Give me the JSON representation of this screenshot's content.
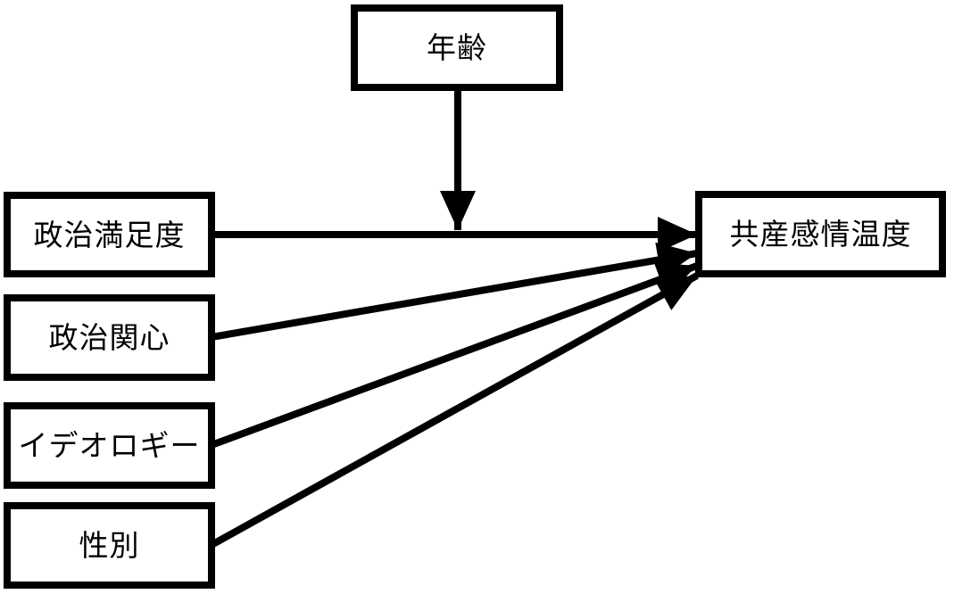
{
  "diagram": {
    "colors": {
      "background": "#ffffff",
      "line": "#000000",
      "box_border": "#000000",
      "box_fill": "#ffffff",
      "text": "#000000"
    },
    "nodes": {
      "age": {
        "label": "年齢"
      },
      "satisfaction": {
        "label": "政治満足度"
      },
      "interest": {
        "label": "政治関心"
      },
      "ideology": {
        "label": "イデオロギー"
      },
      "gender": {
        "label": "性別"
      },
      "outcome": {
        "label": "共産感情温度"
      }
    },
    "edges": [
      {
        "from": "政治満足度",
        "to": "共産感情温度",
        "type": "direct-arrow"
      },
      {
        "from": "政治関心",
        "to": "共産感情温度",
        "type": "direct-arrow"
      },
      {
        "from": "イデオロギー",
        "to": "共産感情温度",
        "type": "direct-arrow"
      },
      {
        "from": "性別",
        "to": "共産感情温度",
        "type": "direct-arrow"
      },
      {
        "from": "年齢",
        "to": "政治満足度 → 共産感情温度",
        "type": "moderation-arrow"
      }
    ]
  }
}
